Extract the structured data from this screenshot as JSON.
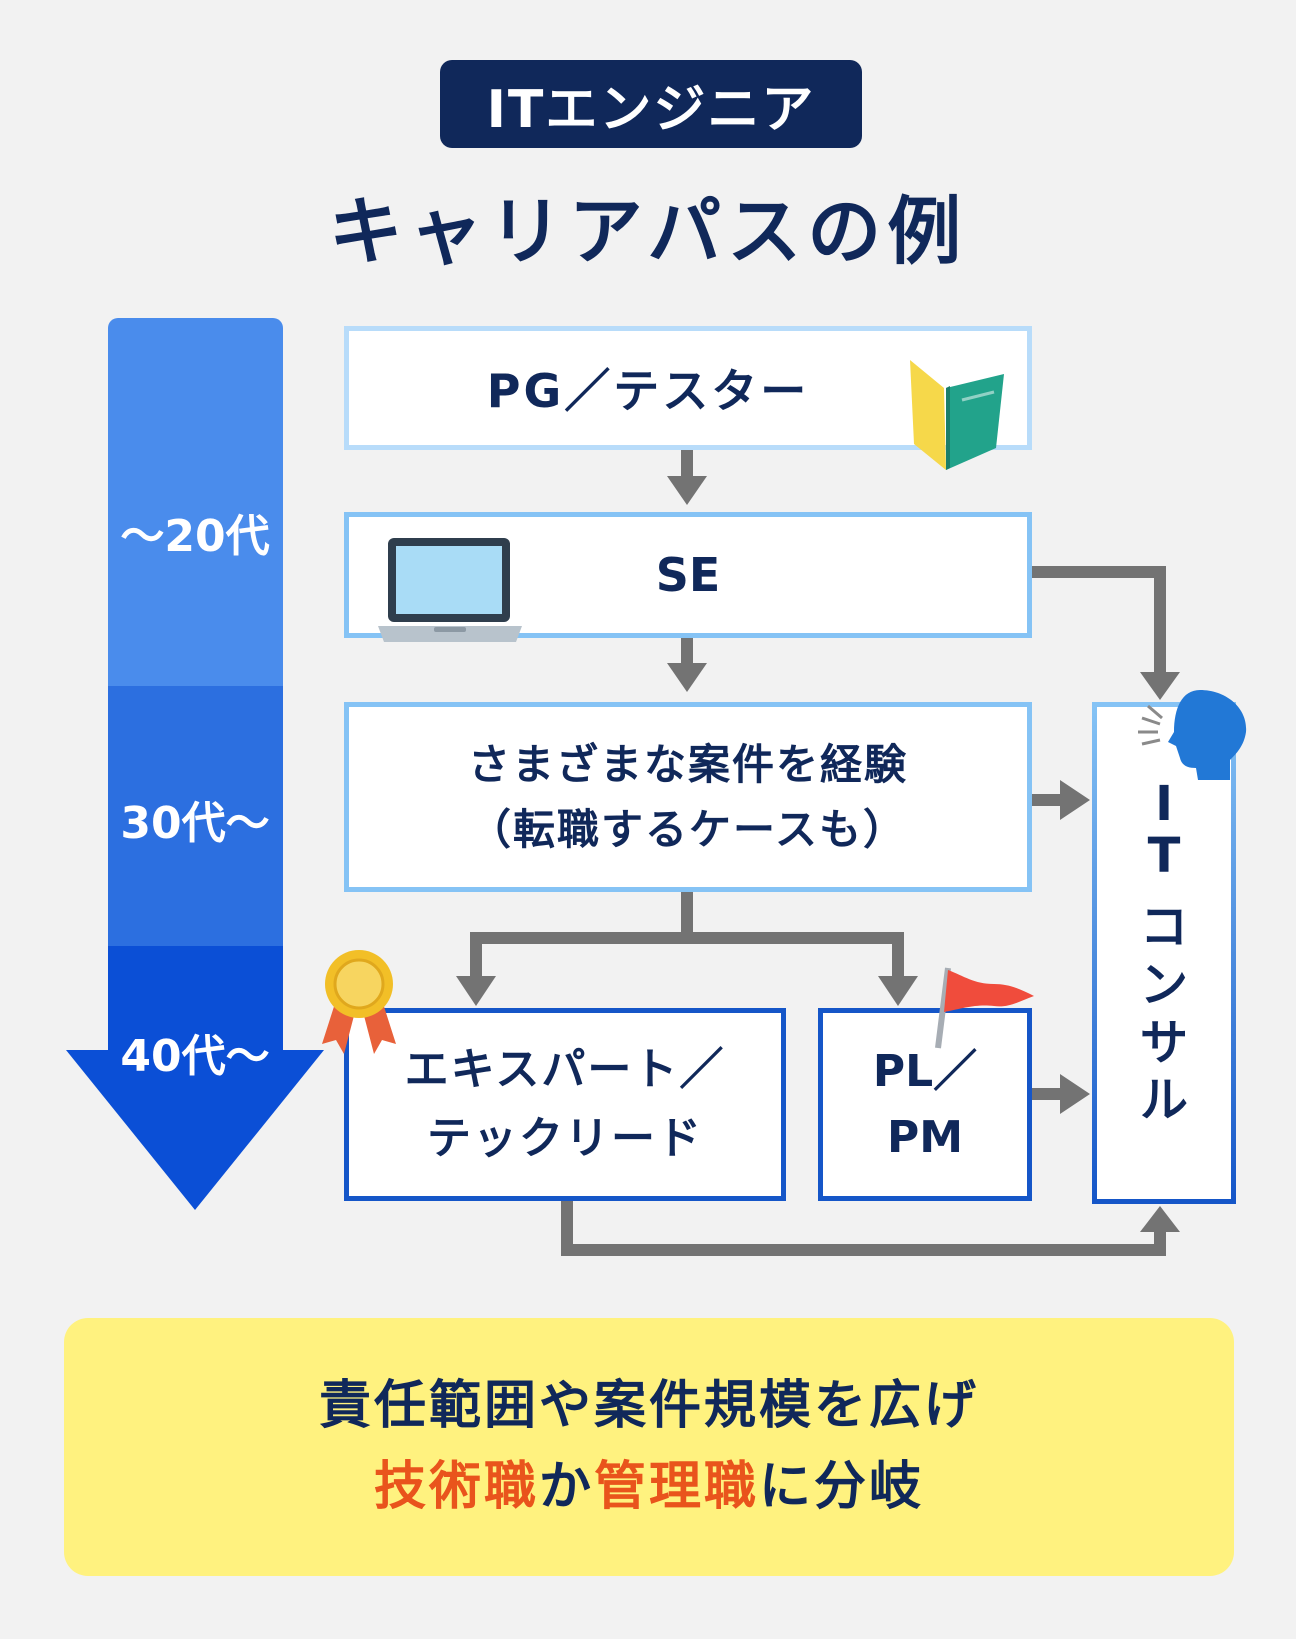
{
  "header": {
    "badge": "ITエンジニア",
    "title": "キャリアパスの例"
  },
  "ages": [
    "～20代",
    "30代～",
    "40代～"
  ],
  "boxes": {
    "pg": "PG／テスター",
    "se": "SE",
    "experience_line1": "さまざまな案件を経験",
    "experience_line2": "（転職するケースも）",
    "expert_line1": "エキスパート／",
    "expert_line2": "テックリード",
    "pl_line1": "PL／",
    "pl_line2": "PM",
    "consult_chars": [
      "I",
      "T",
      "コ",
      "ン",
      "サ",
      "ル"
    ]
  },
  "summary": {
    "line1": "責任範囲や案件規模を広げ",
    "tech": "技術職",
    "ka": "か",
    "mgmt": "管理職",
    "end": "に分岐"
  },
  "colors": {
    "navy": "#10285a",
    "highlight": "#e9541c",
    "summary_bg": "#fff27f",
    "arrow_gray": "#737373",
    "age_band_1": "#4a8cec",
    "age_band_2": "#2c6fe0",
    "age_band_3": "#0b4fd6"
  },
  "icons": [
    "beginner-mark-icon",
    "laptop-icon",
    "speaking-head-icon",
    "medal-icon",
    "flag-icon"
  ]
}
